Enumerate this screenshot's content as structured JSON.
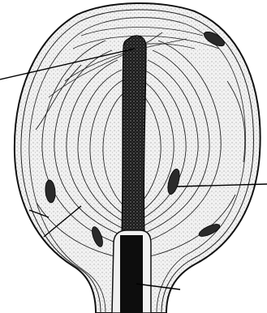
{
  "figure": {
    "kind": "histology-line-drawing",
    "style": "black ink stipple on white",
    "colors": {
      "background": "#ffffff",
      "ink": "#111111",
      "stipple_fill": "#e4e4e4",
      "axon_fill": "#151515"
    },
    "structures": [
      "outer-capsule",
      "concentric-lamellae",
      "central-nerve-fibre",
      "lamella-nuclei",
      "myelinated-stalk"
    ],
    "leader_lines": 5,
    "label_texts": []
  }
}
